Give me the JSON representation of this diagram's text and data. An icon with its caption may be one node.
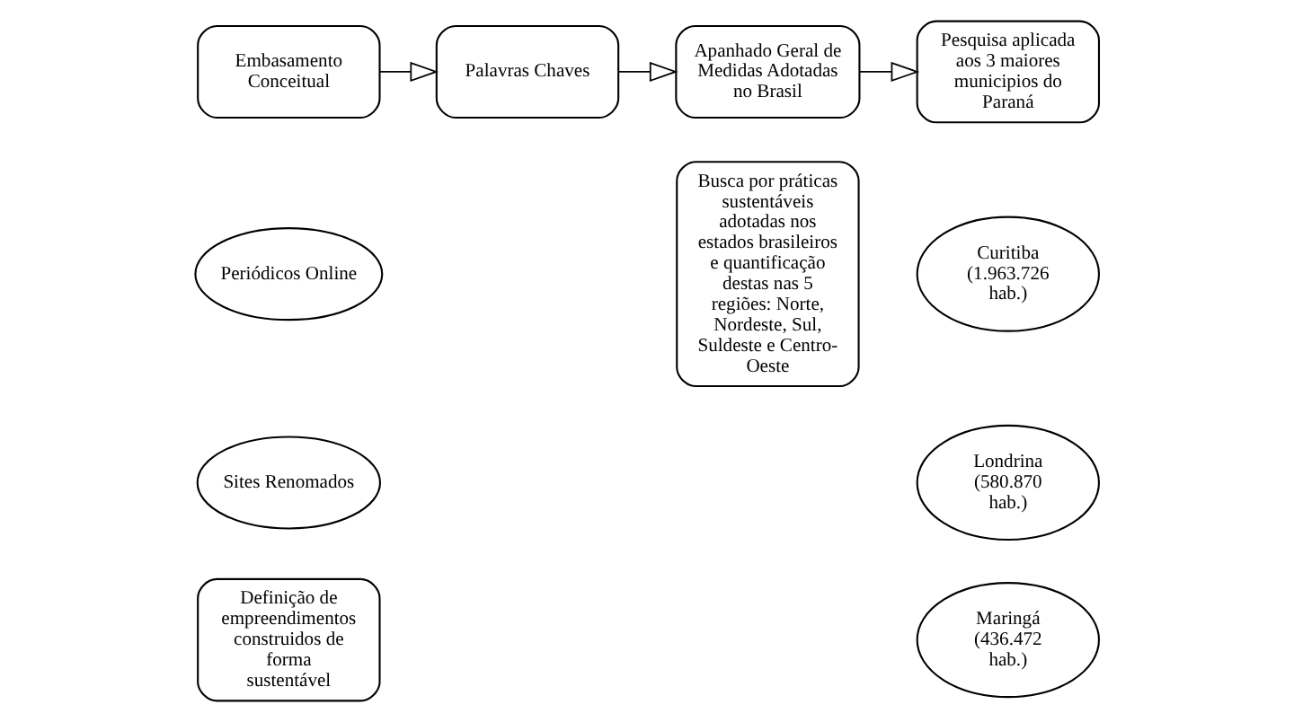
{
  "diagram": {
    "nodes": [
      {
        "text": [
          "Embasamento Conceitual"
        ]
      },
      {
        "text": [
          "Palavras Chaves"
        ]
      },
      {
        "text": [
          "Apanhado Geral de Medidas Adotadas no Brasil"
        ]
      },
      {
        "text": [
          "Pesquisa aplicada aos 3 maiores municipios do Paraná"
        ]
      },
      {
        "text": [
          "Periódicos Online"
        ]
      },
      {
        "text": [
          "Sites Renomados"
        ]
      },
      {
        "text": [
          "Definição de empreendimentos construidos de forma sustentável"
        ]
      },
      {
        "text": [
          "Busca por práticas sustentáveis adotadas nos estados brasileiros e quantificação destas nas 5 regiões: Norte, Nordeste, Sul, Suldeste e Centro-Oeste"
        ]
      },
      {
        "text": [
          "Curitiba (1.963.726 hab.)"
        ]
      },
      {
        "text": [
          "Londrina (580.870 hab.)"
        ]
      },
      {
        "text": [
          "Maringá (436.472 hab.)"
        ]
      }
    ],
    "edges": [
      {
        "from": 0,
        "to": 1,
        "arrow": "to"
      },
      {
        "from": 1,
        "to": 2,
        "arrow": "to"
      },
      {
        "from": 2,
        "to": 3,
        "arrow": "to"
      }
    ]
  }
}
